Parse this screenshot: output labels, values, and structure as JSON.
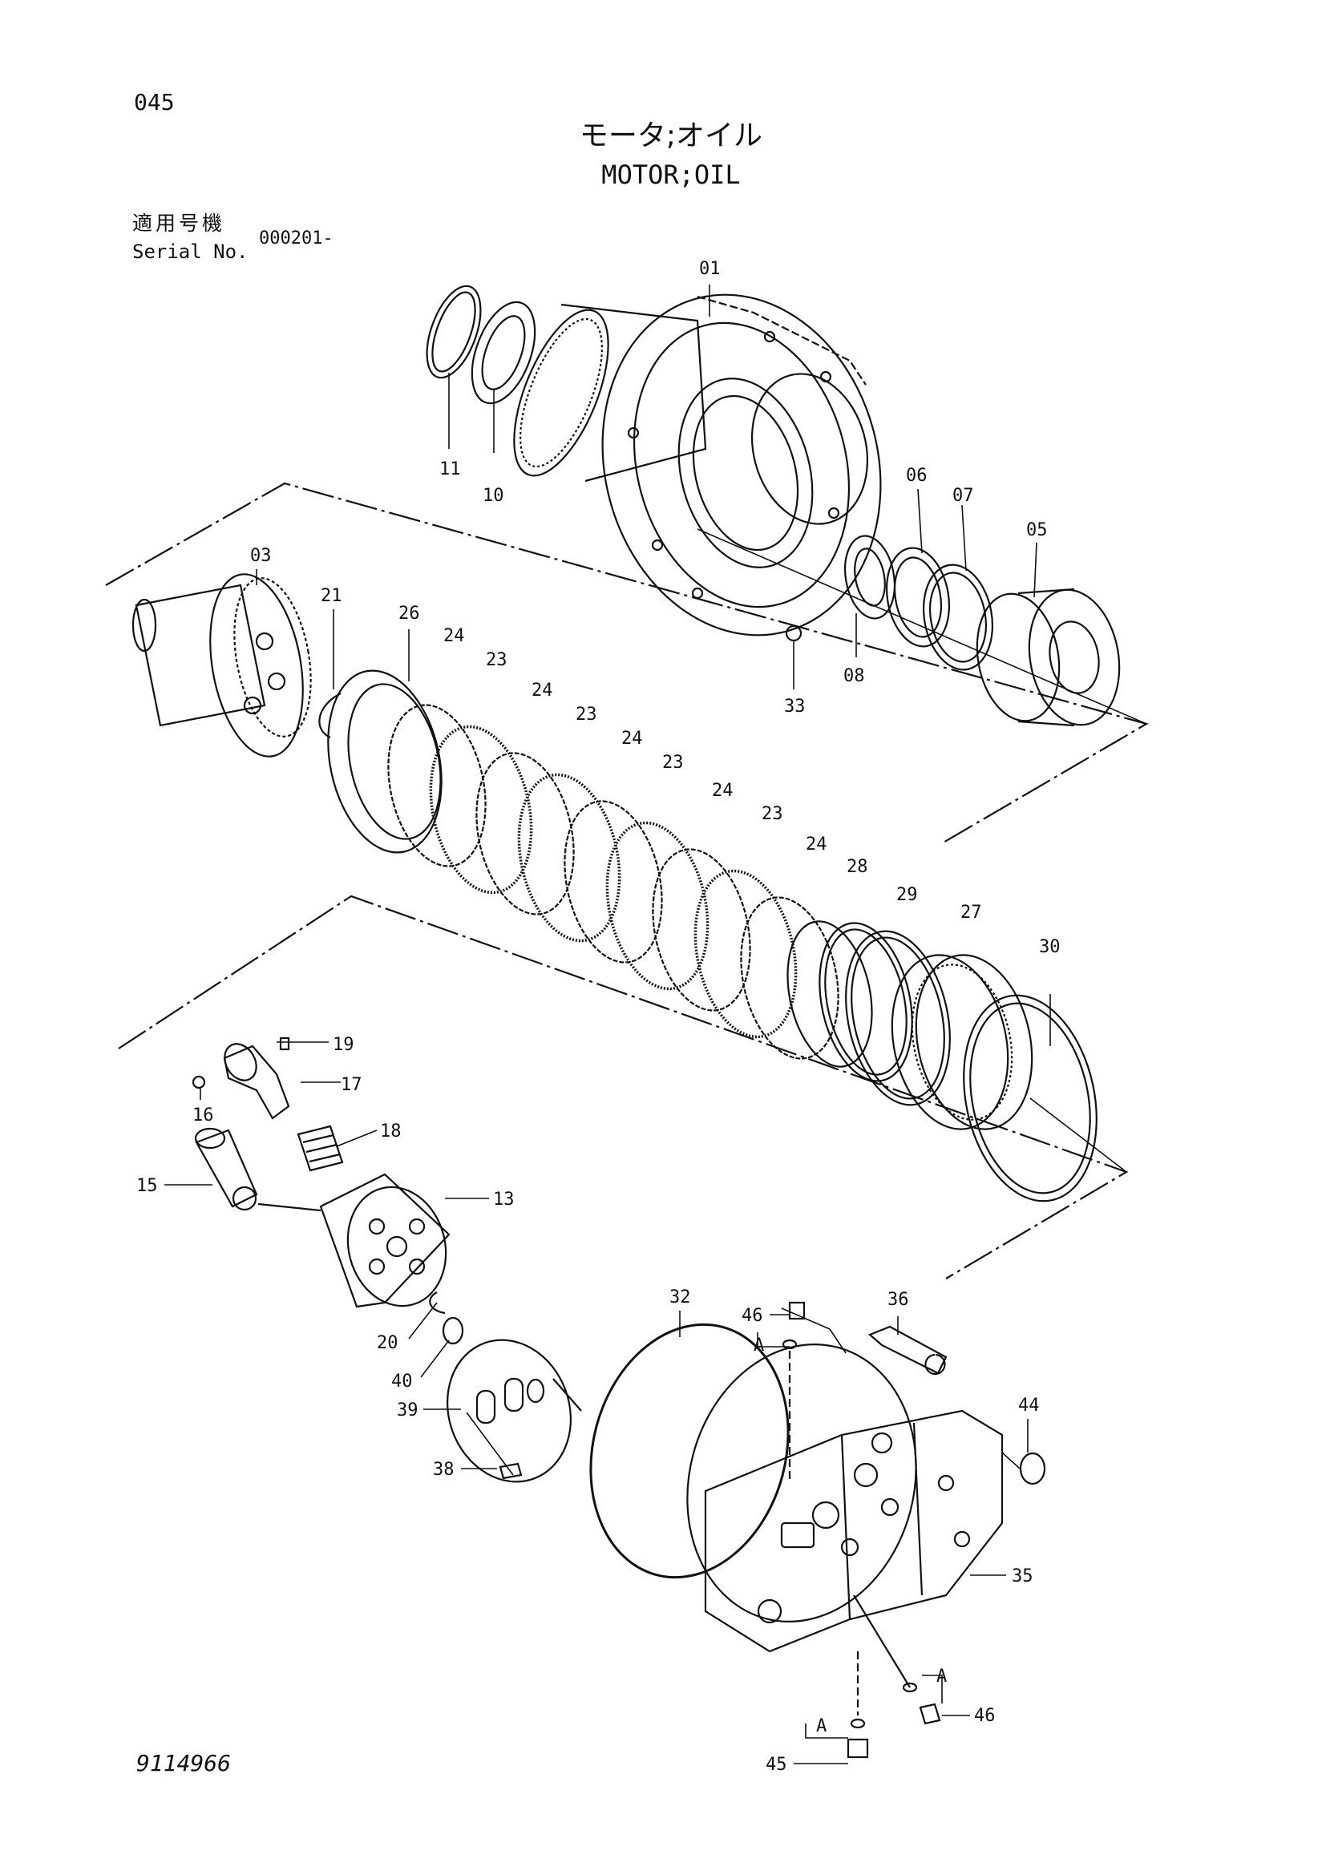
{
  "header": {
    "page_number": "045",
    "title_jp": "モータ;オイル",
    "title_en": "MOTOR;OIL",
    "serial_label_jp": "適用号機",
    "serial_label_en": "Serial No.",
    "serial_value": "000201-"
  },
  "footer": {
    "drawing_number": "9114966"
  },
  "callouts": [
    "01",
    "11",
    "10",
    "06",
    "07",
    "05",
    "08",
    "33",
    "03",
    "21",
    "26",
    "24",
    "23",
    "24",
    "23",
    "24",
    "23",
    "24",
    "23",
    "24",
    "28",
    "29",
    "27",
    "30",
    "19",
    "17",
    "16",
    "18",
    "15",
    "13",
    "20",
    "40",
    "39",
    "38",
    "32",
    "46",
    "A",
    "36",
    "44",
    "35",
    "A",
    "46",
    "A",
    "45"
  ]
}
